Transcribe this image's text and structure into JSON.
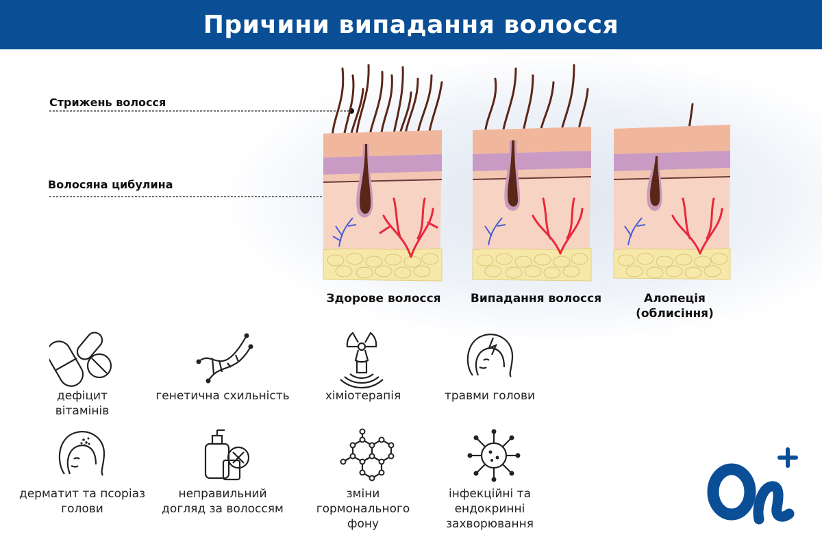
{
  "title": "Причини випадання волосся",
  "callouts": {
    "shaft": "Стрижень волосся",
    "bulb": "Волосяна цибулина"
  },
  "stages": [
    {
      "label": "Здорове волосся"
    },
    {
      "label": "Випадання волосся"
    },
    {
      "label": "Алопеція",
      "label2": "(облисіння)"
    }
  ],
  "causes": [
    {
      "icon": "pills-icon",
      "line1": "дефіцит",
      "line2": "вітамінів",
      "line3": ""
    },
    {
      "icon": "dna-icon",
      "line1": "генетична схильність",
      "line2": "",
      "line3": ""
    },
    {
      "icon": "radiation-icon",
      "line1": "хіміотерапія",
      "line2": "",
      "line3": ""
    },
    {
      "icon": "head-trauma-icon",
      "line1": "травми голови",
      "line2": "",
      "line3": ""
    },
    {
      "icon": "scalp-dermatitis-icon",
      "line1": "дерматит та псоріаз",
      "line2": "голови",
      "line3": ""
    },
    {
      "icon": "cosmetics-icon",
      "line1": "неправильний",
      "line2": "догляд за волоссям",
      "line3": ""
    },
    {
      "icon": "molecule-icon",
      "line1": "зміни",
      "line2": "гормонального",
      "line3": "фону"
    },
    {
      "icon": "virus-icon",
      "line1": "інфекційні та",
      "line2": "ендокринні",
      "line3": "захворювання"
    }
  ],
  "colors": {
    "header": "#0a4f96",
    "hair": "#5a2618",
    "epidermis": "#f2b9a0",
    "dermis": "#f7d2c2",
    "purple_layer": "#c59ac0",
    "fat": "#f5e7a6",
    "artery": "#e8283c",
    "vein": "#4a5bd6",
    "logo": "#0a4f96"
  }
}
